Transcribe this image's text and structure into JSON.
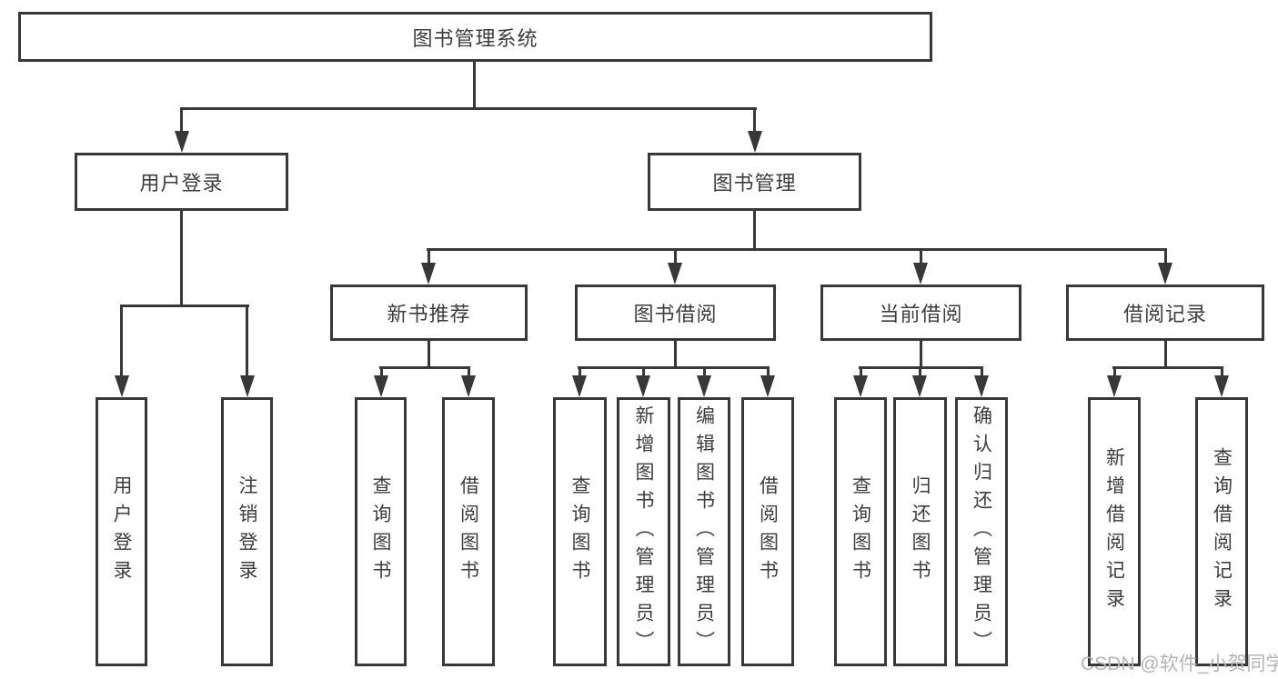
{
  "hierarchy": {
    "root": "图书管理系统",
    "level2": [
      {
        "id": "user-login",
        "label": "用户登录",
        "leaves": [
          "用户登录",
          "注销登录"
        ]
      },
      {
        "id": "book-management",
        "label": "图书管理",
        "sections": [
          {
            "id": "new-book-recommend",
            "label": "新书推荐",
            "leaves": [
              "查询图书",
              "借阅图书"
            ]
          },
          {
            "id": "book-borrow",
            "label": "图书借阅",
            "leaves": [
              "查询图书",
              "新增图书（管理员）",
              "编辑图书（管理员）",
              "借阅图书"
            ]
          },
          {
            "id": "current-borrow",
            "label": "当前借阅",
            "leaves": [
              "查询图书",
              "归还图书",
              "确认归还（管理员）"
            ]
          },
          {
            "id": "borrow-record",
            "label": "借阅记录",
            "leaves": [
              "新增借阅记录",
              "查询借阅记录"
            ]
          }
        ]
      }
    ]
  },
  "watermark": "CSDN @软件_小贺同学",
  "colors": {
    "background": "#ffffff",
    "box_border": "#383838",
    "line": "#383838",
    "text": "#3d3d3d",
    "watermark": "#b5b5b5"
  }
}
